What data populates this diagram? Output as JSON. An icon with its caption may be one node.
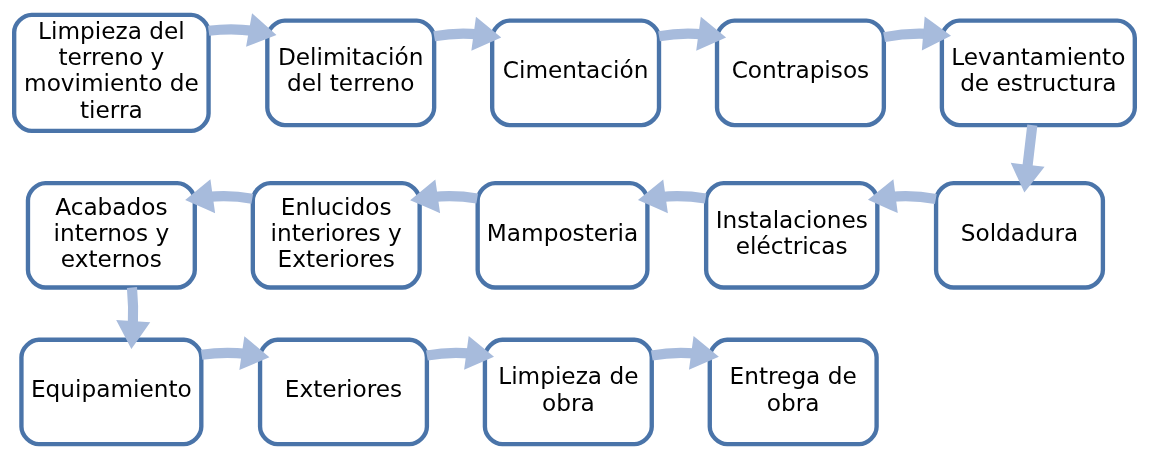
{
  "diagram": {
    "nodes": [
      {
        "text": [
          "Limpieza del terreno y movimiento de tierra"
        ]
      },
      {
        "text": [
          "Delimitación del terreno"
        ]
      },
      {
        "text": [
          "Cimentación"
        ]
      },
      {
        "text": [
          "Contrapisos"
        ]
      },
      {
        "text": [
          "Levantamiento de estructura"
        ]
      },
      {
        "text": [
          "Soldadura"
        ]
      },
      {
        "text": [
          "Instalaciones eléctricas"
        ]
      },
      {
        "text": [
          "Mamposteria"
        ]
      },
      {
        "text": [
          "Enlucidos interiores y Exteriores"
        ]
      },
      {
        "text": [
          "Acabados internos y externos"
        ]
      },
      {
        "text": [
          "Equipamiento"
        ]
      },
      {
        "text": [
          "Exteriores"
        ]
      },
      {
        "text": [
          "Limpieza de obra"
        ]
      },
      {
        "text": [
          "Entrega de obra"
        ]
      }
    ],
    "edges": [
      {
        "from": 0,
        "to": 1,
        "arrow": "to"
      },
      {
        "from": 1,
        "to": 2,
        "arrow": "to"
      },
      {
        "from": 2,
        "to": 3,
        "arrow": "to"
      },
      {
        "from": 3,
        "to": 4,
        "arrow": "to"
      },
      {
        "from": 4,
        "to": 5,
        "arrow": "to"
      },
      {
        "from": 5,
        "to": 6,
        "arrow": "to"
      },
      {
        "from": 6,
        "to": 7,
        "arrow": "to"
      },
      {
        "from": 7,
        "to": 8,
        "arrow": "to"
      },
      {
        "from": 8,
        "to": 9,
        "arrow": "to"
      },
      {
        "from": 9,
        "to": 10,
        "arrow": "to"
      },
      {
        "from": 10,
        "to": 11,
        "arrow": "to"
      },
      {
        "from": 11,
        "to": 12,
        "arrow": "to"
      },
      {
        "from": 12,
        "to": 13,
        "arrow": "to"
      }
    ]
  }
}
